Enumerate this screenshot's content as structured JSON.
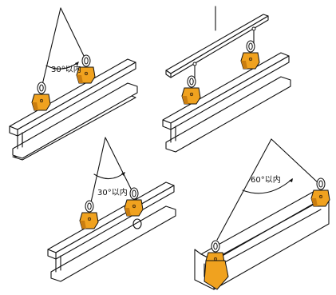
{
  "palette": {
    "clamp": "#f0a21f",
    "clamp_shade": "#c97d10",
    "line": "#111111",
    "background": "#ffffff"
  },
  "diagrams": [
    {
      "angle_label": "30°以内"
    },
    {
      "angle_label": ""
    },
    {
      "angle_label": "30°以内"
    },
    {
      "angle_label": "60°以内"
    }
  ]
}
